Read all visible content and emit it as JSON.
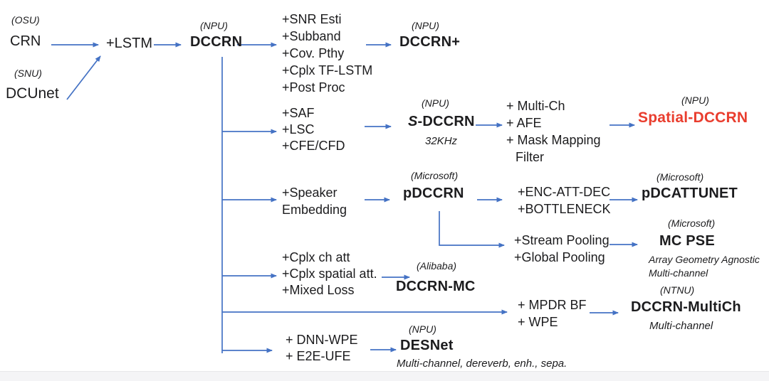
{
  "arrow_color": "#4472c4",
  "accent_red": "#e93d2e",
  "origins": {
    "osu": "(OSU)",
    "crn": "CRN",
    "snu": "(SNU)",
    "dcunet": "DCUnet",
    "lstm": "+LSTM"
  },
  "root": {
    "org": "(NPU)",
    "name": "DCCRN"
  },
  "branches": {
    "dccrn_plus": {
      "additions": [
        "+SNR Esti",
        "+Subband",
        "+Cov. Pthy",
        "+Cplx TF-LSTM",
        "+Post Proc"
      ],
      "org": "(NPU)",
      "name": "DCCRN+"
    },
    "s_dccrn": {
      "additions": [
        "+SAF",
        "+LSC",
        "+CFE/CFD"
      ],
      "org": "(NPU)",
      "name_s": "S",
      "name_rest": "-DCCRN",
      "subtitle": "32KHz"
    },
    "spatial": {
      "additions": [
        "+ Multi-Ch",
        "+ AFE",
        "+ Mask Mapping",
        "Filter"
      ],
      "org": "(NPU)",
      "name": "Spatial-DCCRN"
    },
    "pdccrn": {
      "additions": [
        "+Speaker",
        "Embedding"
      ],
      "org": "(Microsoft)",
      "name": "pDCCRN"
    },
    "pdcattunet": {
      "additions": [
        "+ENC-ATT-DEC",
        "+BOTTLENECK"
      ],
      "org": "(Microsoft)",
      "name": "pDCATTUNET"
    },
    "mc_pse": {
      "additions": [
        "+Stream Pooling",
        "+Global Pooling"
      ],
      "org": "(Microsoft)",
      "name": "MC PSE",
      "subtitle1": "Array Geometry Agnostic",
      "subtitle2": "Multi-channel"
    },
    "dccrn_mc": {
      "additions": [
        "+Cplx ch att",
        "+Cplx spatial att.",
        "+Mixed Loss"
      ],
      "org": "(Alibaba)",
      "name": "DCCRN-MC"
    },
    "dccrn_multich": {
      "additions": [
        "+ MPDR BF",
        "+ WPE"
      ],
      "org": "(NTNU)",
      "name": "DCCRN-MultiCh",
      "subtitle": "Multi-channel"
    },
    "desnet": {
      "additions": [
        "+ DNN-WPE",
        "+ E2E-UFE"
      ],
      "org": "(NPU)",
      "name": "DESNet",
      "subtitle": "Multi-channel,  dereverb, enh., sepa."
    }
  }
}
